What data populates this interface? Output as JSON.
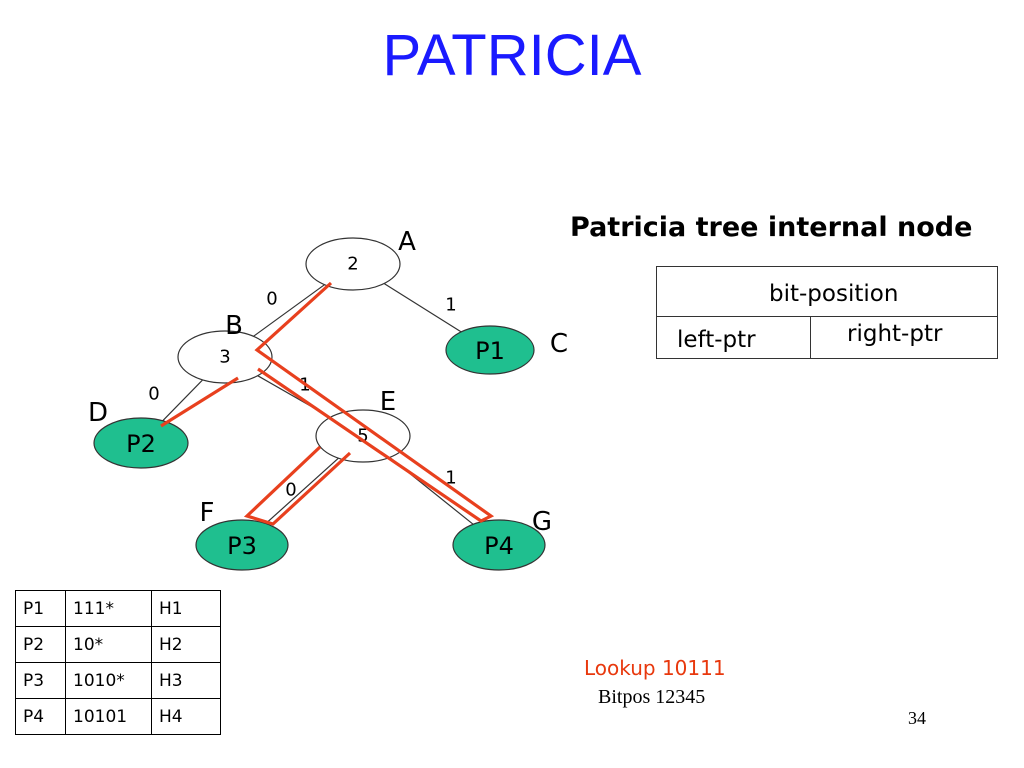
{
  "title": "PATRICIA",
  "tree": {
    "internal_nodes": [
      {
        "id": "A",
        "label": "A",
        "bit": "2"
      },
      {
        "id": "B",
        "label": "B",
        "bit": "3"
      },
      {
        "id": "E",
        "label": "E",
        "bit": "5"
      }
    ],
    "leaf_nodes": [
      {
        "id": "C",
        "label": "C",
        "text": "P1"
      },
      {
        "id": "D",
        "label": "D",
        "text": "P2"
      },
      {
        "id": "F",
        "label": "F",
        "text": "P3"
      },
      {
        "id": "G",
        "label": "G",
        "text": "P4"
      }
    ],
    "edges": [
      {
        "from": "A",
        "to": "B",
        "label": "0"
      },
      {
        "from": "A",
        "to": "C",
        "label": "1"
      },
      {
        "from": "B",
        "to": "D",
        "label": "0"
      },
      {
        "from": "B",
        "to": "E",
        "label": "1"
      },
      {
        "from": "E",
        "to": "F",
        "label": "0"
      },
      {
        "from": "E",
        "to": "G",
        "label": "1"
      }
    ],
    "colors": {
      "leaf_fill": "#1fbf8f",
      "highlight": "#e8401e",
      "edge": "#333333"
    }
  },
  "node_structure": {
    "title": "Patricia tree internal node",
    "bit_position": "bit-position",
    "left_ptr": "left-ptr",
    "right_ptr": "right-ptr"
  },
  "prefix_table": {
    "rows": [
      [
        "P1",
        "111*",
        "H1"
      ],
      [
        "P2",
        "10*",
        "H2"
      ],
      [
        "P3",
        "1010*",
        "H3"
      ],
      [
        "P4",
        "10101",
        "H4"
      ]
    ]
  },
  "lookup": {
    "text": "Lookup 10111",
    "bitpos": "Bitpos 12345"
  },
  "page_number": "34"
}
